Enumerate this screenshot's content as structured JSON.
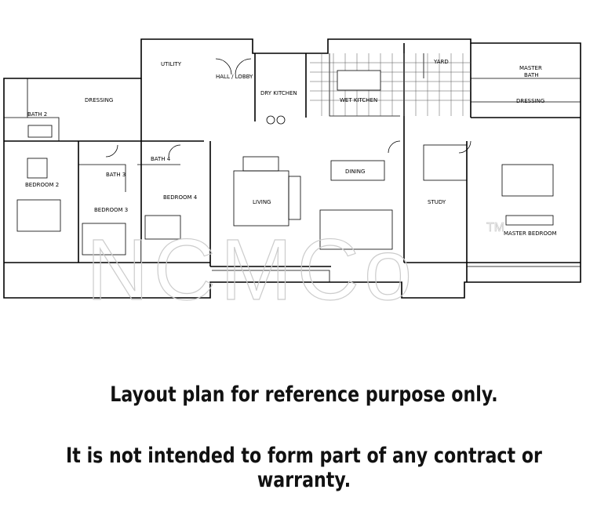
{
  "plan": {
    "rooms": {
      "dressing_left": "DRESSING",
      "bath2": "BATH 2",
      "bedroom2": "BEDROOM 2",
      "bath3": "BATH 3",
      "bedroom3": "BEDROOM 3",
      "bath4": "BATH 4",
      "bedroom4": "BEDROOM 4",
      "utility": "UTILITY",
      "hall": "HALL / LOBBY",
      "dry_kitchen": "DRY KITCHEN",
      "wet_kitchen": "WET KITCHEN",
      "yard": "YARD",
      "master_bath_1": "MASTER",
      "master_bath_2": "BATH",
      "dressing_right": "DRESSING",
      "dining": "DINING",
      "living": "LIVING",
      "study": "STUDY",
      "master_bedroom": "MASTER BEDROOM"
    },
    "watermark": "NCMCo",
    "trademark": "TM"
  },
  "notes": {
    "line1": "Layout plan for reference purpose only.",
    "line2": "It is not intended to form part of any contract or warranty."
  }
}
